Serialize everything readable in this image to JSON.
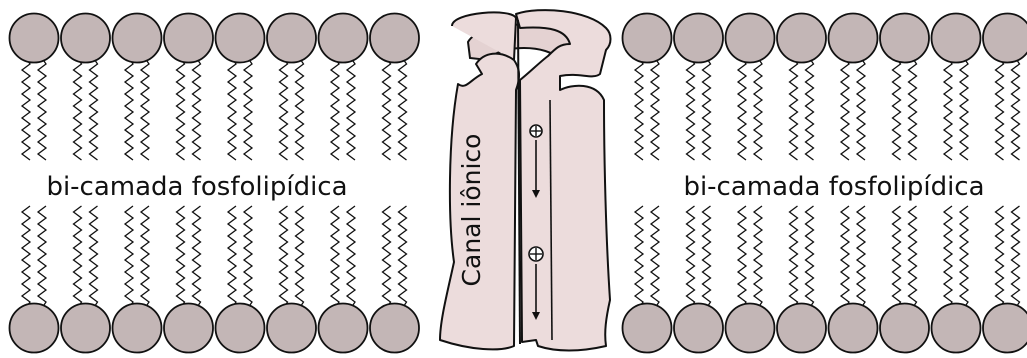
{
  "labels": {
    "bilayer_left": "bi-camada fosfolipídica",
    "bilayer_right": "bi-camada fosfolipídica",
    "channel": "Canal iônico"
  },
  "symbols": {
    "ion_top": "⊕",
    "ion_bottom": "⊕"
  },
  "colors": {
    "lipid_head": "#c3b6b6",
    "channel_fill": "#ecdcdc",
    "outline": "#111111"
  },
  "icons": {
    "lipid_head": "circle",
    "lipid_tail": "zigzag-line",
    "ion": "circled-plus",
    "flow_arrow": "arrow-down"
  }
}
